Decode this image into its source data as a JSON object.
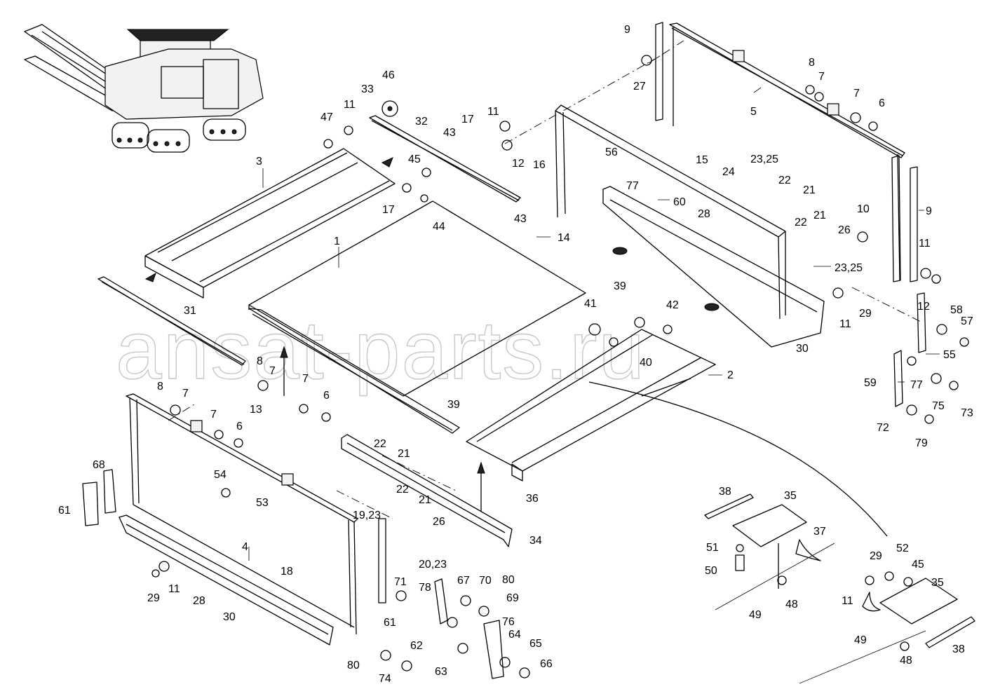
{
  "watermark": "ansat-parts.ru",
  "labels": [
    {
      "id": "l9a",
      "text": "9"
    },
    {
      "id": "l27",
      "text": "27"
    },
    {
      "id": "l8a",
      "text": "8"
    },
    {
      "id": "l7a",
      "text": "7"
    },
    {
      "id": "l7b",
      "text": "7"
    },
    {
      "id": "l6a",
      "text": "6"
    },
    {
      "id": "l5",
      "text": "5"
    },
    {
      "id": "l46",
      "text": "46"
    },
    {
      "id": "l33",
      "text": "33"
    },
    {
      "id": "l47",
      "text": "47"
    },
    {
      "id": "l11a",
      "text": "11"
    },
    {
      "id": "l32",
      "text": "32"
    },
    {
      "id": "l17a",
      "text": "17"
    },
    {
      "id": "l11b",
      "text": "11"
    },
    {
      "id": "l43a",
      "text": "43"
    },
    {
      "id": "l45a",
      "text": "45"
    },
    {
      "id": "l12a",
      "text": "12"
    },
    {
      "id": "l16",
      "text": "16"
    },
    {
      "id": "l56",
      "text": "56"
    },
    {
      "id": "l15",
      "text": "15"
    },
    {
      "id": "l24",
      "text": "24"
    },
    {
      "id": "l2325a",
      "text": "23,25"
    },
    {
      "id": "l22a",
      "text": "22"
    },
    {
      "id": "l21a",
      "text": "21"
    },
    {
      "id": "l3",
      "text": "3"
    },
    {
      "id": "l17b",
      "text": "17"
    },
    {
      "id": "l44",
      "text": "44"
    },
    {
      "id": "l43b",
      "text": "43"
    },
    {
      "id": "l77a",
      "text": "77"
    },
    {
      "id": "l60",
      "text": "60"
    },
    {
      "id": "l28a",
      "text": "28"
    },
    {
      "id": "l22b",
      "text": "22"
    },
    {
      "id": "l21b",
      "text": "21"
    },
    {
      "id": "l10",
      "text": "10"
    },
    {
      "id": "l26a",
      "text": "26"
    },
    {
      "id": "l9b",
      "text": "9"
    },
    {
      "id": "l14",
      "text": "14"
    },
    {
      "id": "l1",
      "text": "1"
    },
    {
      "id": "l2325b",
      "text": "23,25"
    },
    {
      "id": "l11c",
      "text": "11"
    },
    {
      "id": "l39a",
      "text": "39"
    },
    {
      "id": "l41",
      "text": "41"
    },
    {
      "id": "l42",
      "text": "42"
    },
    {
      "id": "l29a",
      "text": "29"
    },
    {
      "id": "l11d",
      "text": "11"
    },
    {
      "id": "l12b",
      "text": "12"
    },
    {
      "id": "l58",
      "text": "58"
    },
    {
      "id": "l57",
      "text": "57"
    },
    {
      "id": "l31",
      "text": "31"
    },
    {
      "id": "l40",
      "text": "40"
    },
    {
      "id": "l30a",
      "text": "30"
    },
    {
      "id": "l55",
      "text": "55"
    },
    {
      "id": "l2",
      "text": "2"
    },
    {
      "id": "l59",
      "text": "59"
    },
    {
      "id": "l77b",
      "text": "77"
    },
    {
      "id": "l8b",
      "text": "8"
    },
    {
      "id": "l7c",
      "text": "7"
    },
    {
      "id": "l8c",
      "text": "8"
    },
    {
      "id": "l7d",
      "text": "7"
    },
    {
      "id": "l7e",
      "text": "7"
    },
    {
      "id": "l6b",
      "text": "6"
    },
    {
      "id": "l13",
      "text": "13"
    },
    {
      "id": "l75",
      "text": "75"
    },
    {
      "id": "l73",
      "text": "73"
    },
    {
      "id": "l72",
      "text": "72"
    },
    {
      "id": "l79",
      "text": "79"
    },
    {
      "id": "l39b",
      "text": "39"
    },
    {
      "id": "l7f",
      "text": "7"
    },
    {
      "id": "l6c",
      "text": "6"
    },
    {
      "id": "l22c",
      "text": "22"
    },
    {
      "id": "l21c",
      "text": "21"
    },
    {
      "id": "l68",
      "text": "68"
    },
    {
      "id": "l54",
      "text": "54"
    },
    {
      "id": "l53",
      "text": "53"
    },
    {
      "id": "l22d",
      "text": "22"
    },
    {
      "id": "l21d",
      "text": "21"
    },
    {
      "id": "l61a",
      "text": "61"
    },
    {
      "id": "l1923",
      "text": "19,23"
    },
    {
      "id": "l26b",
      "text": "26"
    },
    {
      "id": "l36",
      "text": "36"
    },
    {
      "id": "l38a",
      "text": "38"
    },
    {
      "id": "l35a",
      "text": "35"
    },
    {
      "id": "l34",
      "text": "34"
    },
    {
      "id": "l37",
      "text": "37"
    },
    {
      "id": "l4",
      "text": "4"
    },
    {
      "id": "l2023",
      "text": "20,23"
    },
    {
      "id": "l51",
      "text": "51"
    },
    {
      "id": "l18",
      "text": "18"
    },
    {
      "id": "l50",
      "text": "50"
    },
    {
      "id": "l29b",
      "text": "29"
    },
    {
      "id": "l52",
      "text": "52"
    },
    {
      "id": "l45b",
      "text": "45"
    },
    {
      "id": "l71",
      "text": "71"
    },
    {
      "id": "l78",
      "text": "78"
    },
    {
      "id": "l67",
      "text": "67"
    },
    {
      "id": "l70",
      "text": "70"
    },
    {
      "id": "l80a",
      "text": "80"
    },
    {
      "id": "l29c",
      "text": "29"
    },
    {
      "id": "l11e",
      "text": "11"
    },
    {
      "id": "l28b",
      "text": "28"
    },
    {
      "id": "l69",
      "text": "69"
    },
    {
      "id": "l48a",
      "text": "48"
    },
    {
      "id": "l11f",
      "text": "11"
    },
    {
      "id": "l35b",
      "text": "35"
    },
    {
      "id": "l30b",
      "text": "30"
    },
    {
      "id": "l61b",
      "text": "61"
    },
    {
      "id": "l76",
      "text": "76"
    },
    {
      "id": "l49a",
      "text": "49"
    },
    {
      "id": "l62",
      "text": "62"
    },
    {
      "id": "l64",
      "text": "64"
    },
    {
      "id": "l65",
      "text": "65"
    },
    {
      "id": "l38b",
      "text": "38"
    },
    {
      "id": "l80b",
      "text": "80"
    },
    {
      "id": "l66",
      "text": "66"
    },
    {
      "id": "l49b",
      "text": "49"
    },
    {
      "id": "l48b",
      "text": "48"
    },
    {
      "id": "l74",
      "text": "74"
    },
    {
      "id": "l63",
      "text": "63"
    }
  ]
}
